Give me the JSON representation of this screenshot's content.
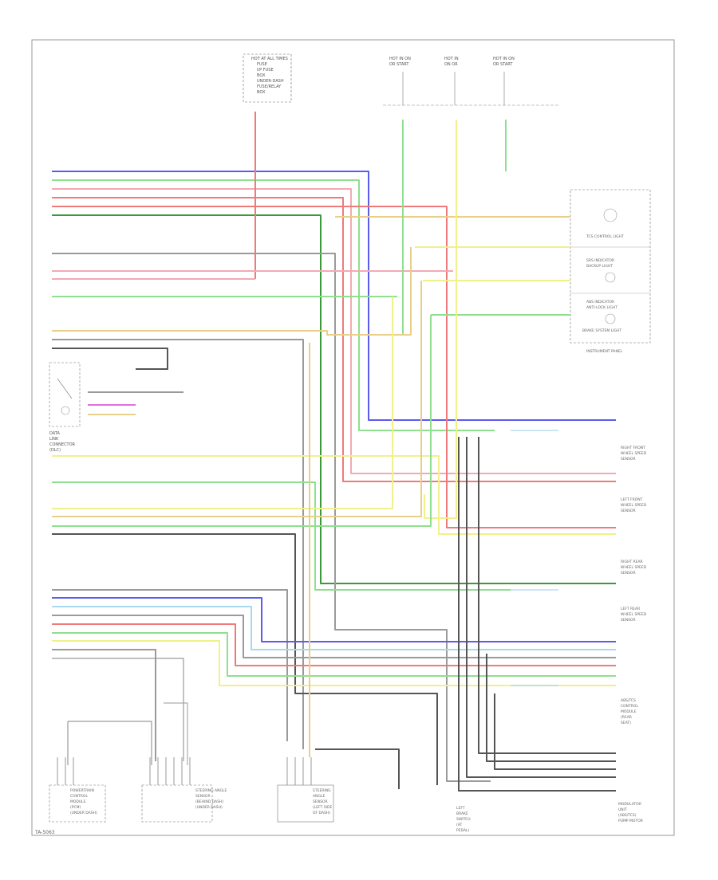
{
  "diagram": {
    "footer_code": "TA-5063",
    "wire_colors": {
      "blue": "#5b5bf0",
      "green": "#8ee08e",
      "red": "#f07a7a",
      "pink": "#f4a9b4",
      "dark_green": "#3a9a3a",
      "gray": "#9a9a9a",
      "dark_gray": "#555555",
      "yellow": "#f2f08a",
      "tan": "#e8cf8a",
      "magenta": "#e070e0",
      "light_blue": "#a8d8f0"
    },
    "top_fuse_box": {
      "lines": [
        "HOT AT ALL TIMES",
        "FUSE",
        "I/P FUSE",
        "BOX",
        "UNDER-DASH",
        "FUSE/RELAY",
        "BOX"
      ]
    },
    "top_feeds": [
      {
        "lines": [
          "HOT IN ON",
          "OR START"
        ]
      },
      {
        "lines": [
          "HOT IN",
          "ON OR"
        ]
      },
      {
        "lines": [
          "HOT IN ON",
          "OR START"
        ]
      }
    ],
    "gauge_panel": {
      "caption": "INSTRUMENT PANEL",
      "lights": [
        "TCS CONTROL LIGHT",
        "SRS INDICATOR",
        "BACKUP LIGHT",
        "ABS INDICATOR",
        "ANTI-LOCK LIGHT",
        "BRAKE SYSTEM LIGHT"
      ]
    },
    "switch_labels": [
      "DATA",
      "LINK",
      "CONNECTOR",
      "(DLC)"
    ],
    "right_components": [
      {
        "id": "rf",
        "lines": [
          "RIGHT FRONT",
          "WHEEL SPEED",
          "SENSOR"
        ]
      },
      {
        "id": "lf",
        "lines": [
          "LEFT FRONT",
          "WHEEL SPEED",
          "SENSOR"
        ]
      },
      {
        "id": "rr",
        "lines": [
          "RIGHT REAR",
          "WHEEL SPEED",
          "SENSOR"
        ]
      },
      {
        "id": "lr",
        "lines": [
          "LEFT REAR",
          "WHEEL SPEED",
          "SENSOR"
        ]
      },
      {
        "id": "mod",
        "lines": [
          "ABS/TCS",
          "CONTROL",
          "MODULE",
          "(REAR",
          "SEAT)"
        ]
      },
      {
        "id": "pump",
        "lines": [
          "MODULATOR",
          "UNIT",
          "(ABS/TCS)",
          "PUMP MOTOR"
        ]
      }
    ],
    "bottom_components": [
      {
        "id": "b1",
        "lines": [
          "POWERTRAIN",
          "CONTROL",
          "MODULE",
          "(PCM)",
          "(UNDER DASH)"
        ]
      },
      {
        "id": "b2",
        "lines": [
          "STEERING ANGLE",
          "SENSOR",
          "(BEHIND DASH)",
          "(UNDER DASH)"
        ]
      },
      {
        "id": "b3",
        "lines": [
          "STEERING",
          "ANGLE",
          "SENSOR",
          "(LEFT SIDE",
          "OF DASH)"
        ]
      },
      {
        "id": "b4",
        "lines": [
          "LEFT",
          "BRAKE",
          "SWITCH",
          "(AT",
          "PEDAL)"
        ]
      }
    ]
  }
}
